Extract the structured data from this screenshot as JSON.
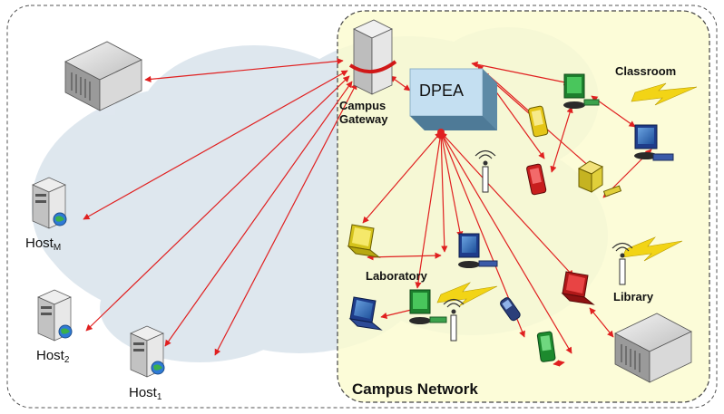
{
  "labels": {
    "campus_gateway_line1": "Campus",
    "campus_gateway_line2": "Gateway",
    "dpea": "DPEA",
    "classroom": "Classroom",
    "laboratory": "Laboratory",
    "library": "Library",
    "campus_network": "Campus Network",
    "host_m": "Host",
    "host_m_sub": "M",
    "host_2": "Host",
    "host_2_sub": "2",
    "host_1": "Host",
    "host_1_sub": "1"
  },
  "colors": {
    "campus_fill": "#fbfbd2",
    "cloud": "#dfe7ef",
    "arrows": "#e02020",
    "dpea_box": "#bcd8ec",
    "lightning": "#f2d416"
  },
  "icons": [
    "server-icon",
    "gateway-server-icon",
    "host-server-icon",
    "laptop-icon",
    "desktop-icon",
    "pda-icon",
    "access-point-icon",
    "lightning-icon",
    "cloud-icon"
  ]
}
